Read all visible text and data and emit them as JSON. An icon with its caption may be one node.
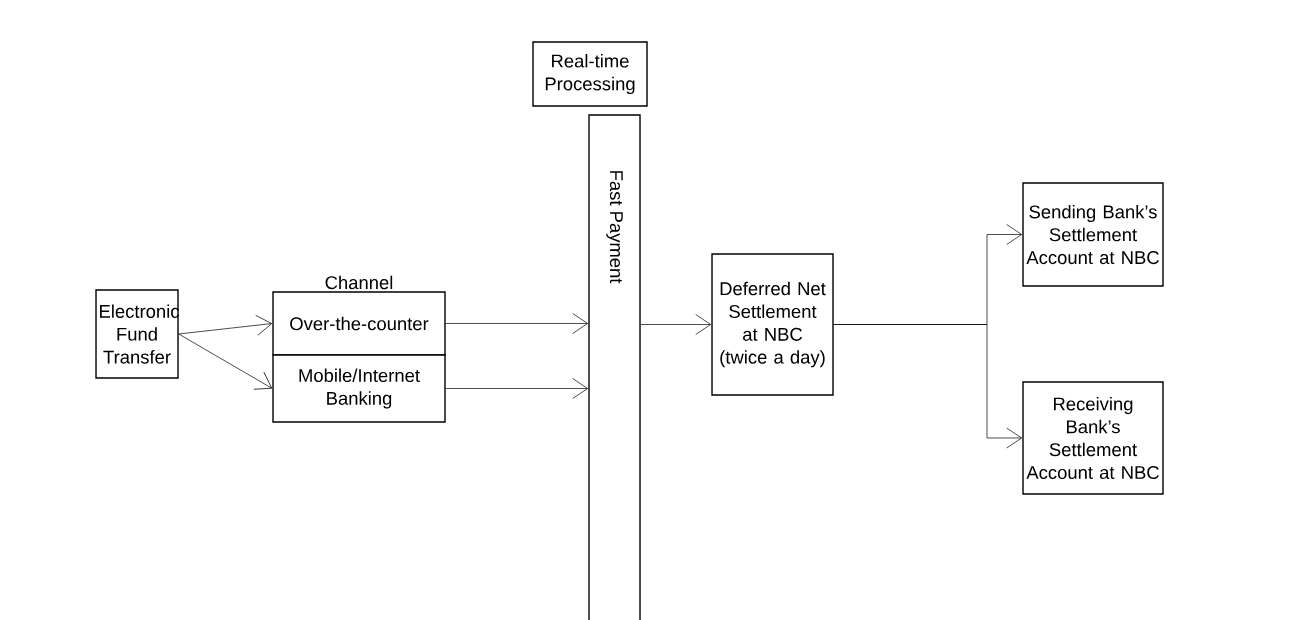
{
  "diagram": {
    "nodes": [
      {
        "text": [
          "Electronic Fund Transfer"
        ]
      },
      {
        "text": [
          "Over-the-counter"
        ]
      },
      {
        "text": [
          "Mobile/Internet Banking"
        ]
      },
      {
        "text": [
          "Real-time Processing"
        ]
      },
      {
        "text": [
          "Fast Payment"
        ]
      },
      {
        "text": [
          "Deferred Net Settlement at NBC (twice a day)"
        ]
      },
      {
        "text": [
          "Sending Bank’s Settlement Account at NBC"
        ]
      },
      {
        "text": [
          "Receiving Bank’s Settlement Account at NBC"
        ]
      }
    ],
    "edges": [
      {
        "from": 0,
        "to": 1,
        "arrow": "to"
      },
      {
        "from": 0,
        "to": 2,
        "arrow": "to"
      },
      {
        "from": 1,
        "to": 4,
        "arrow": "to"
      },
      {
        "from": 2,
        "to": 4,
        "arrow": "to"
      },
      {
        "from": 4,
        "to": 5,
        "arrow": "to"
      },
      {
        "from": 5,
        "to": 6,
        "arrow": "to"
      },
      {
        "from": 5,
        "to": 7,
        "arrow": "to"
      }
    ],
    "labels": [
      "Channel"
    ]
  }
}
